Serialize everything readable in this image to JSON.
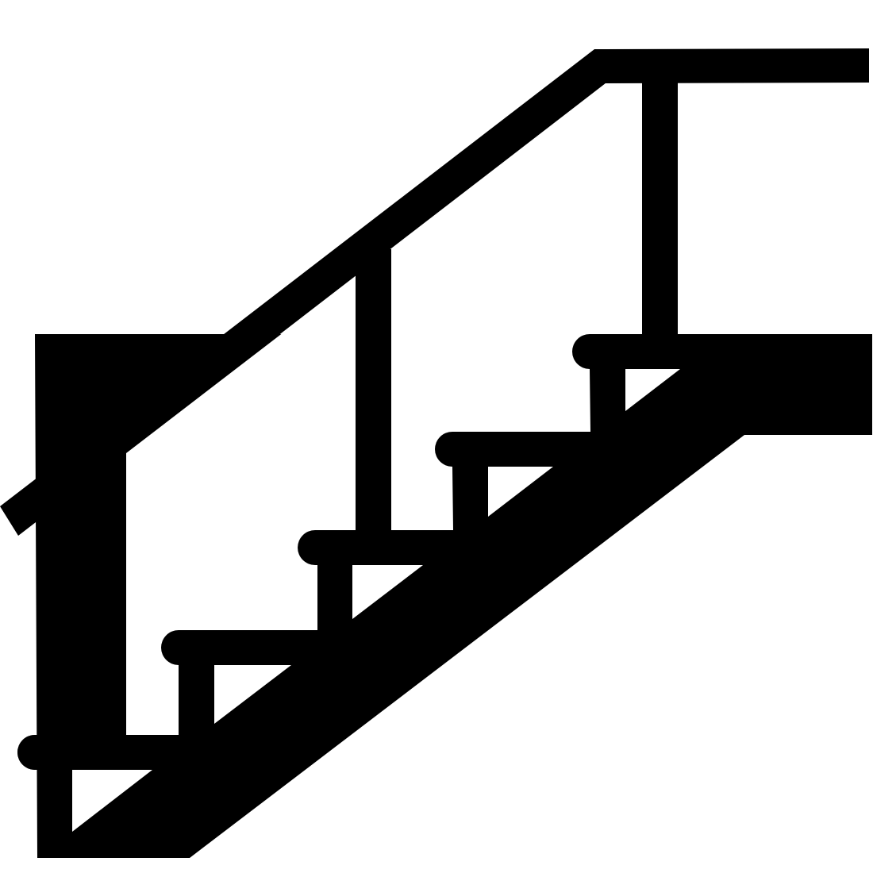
{
  "image": {
    "subject": "staircase-with-handrail",
    "icon": "stairs-icon"
  },
  "colors": {
    "background": "#ffffff",
    "ink": "#000000"
  },
  "structure": {
    "step_count": 5,
    "baluster_count": 3
  }
}
